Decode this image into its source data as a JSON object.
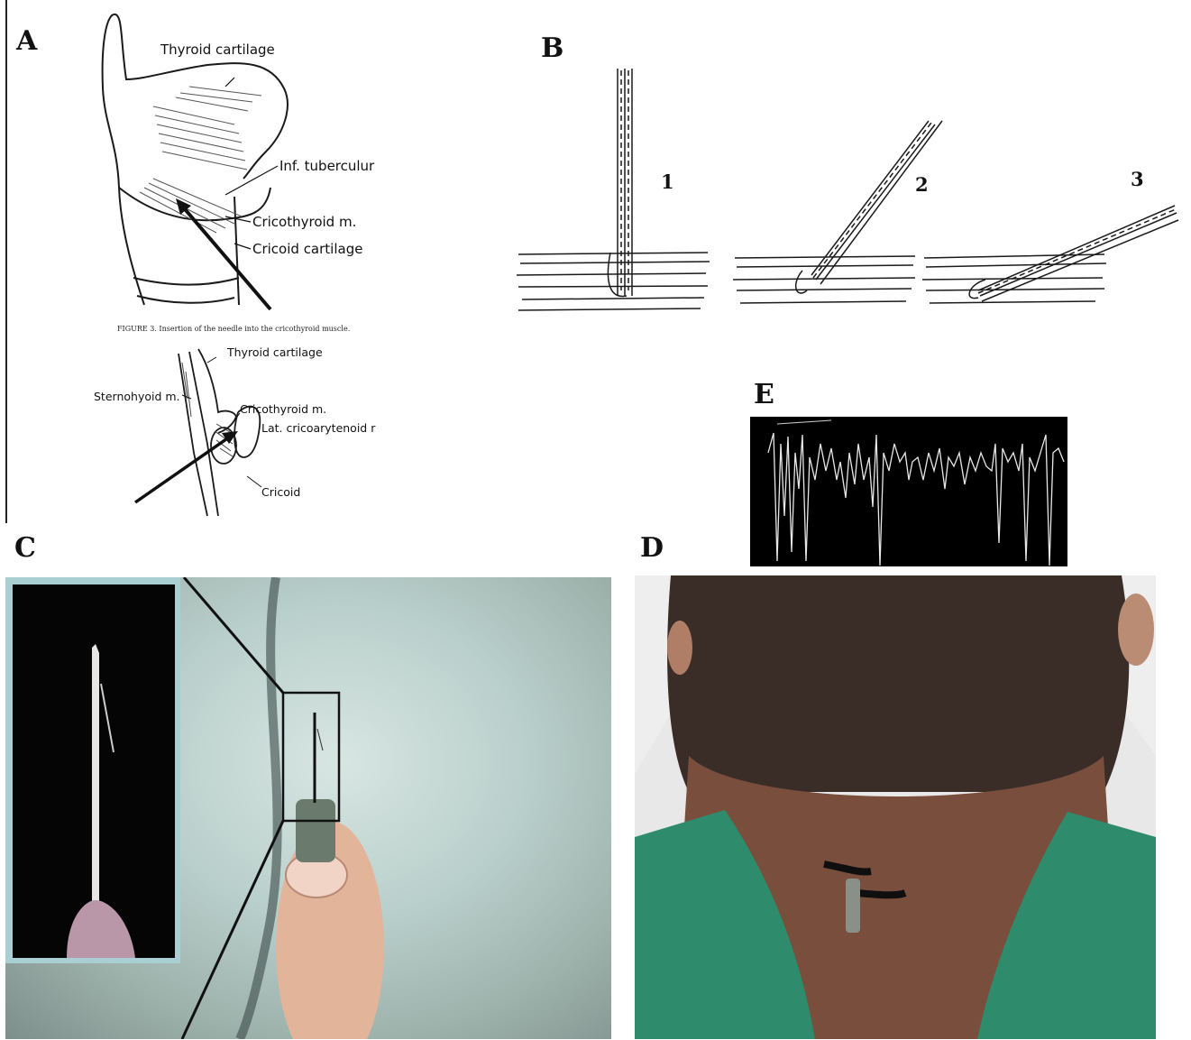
{
  "panels": {
    "a": {
      "letter": "A",
      "labels": {
        "thyroid": "Thyroid cartilage",
        "tubercle": "Inf. tuberculur",
        "cricothyroid": "Cricothyroid m.",
        "cricoid": "Cricoid cartilage"
      },
      "caption": "FIGURE 3. Insertion of the needle into the cricothyroid muscle.",
      "lower_labels": {
        "thyroid": "Thyroid cartilage",
        "sternohyoid": "Sternohyoid m.",
        "cricothyroid": "Cricothyroid m.",
        "lat_crico": "Lat. cricoarytenoid r",
        "cricoid": "Cricoid"
      }
    },
    "b": {
      "letter": "B",
      "numbers": [
        "1",
        "2",
        "3"
      ]
    },
    "c": {
      "letter": "C"
    },
    "d": {
      "letter": "D"
    },
    "e": {
      "letter": "E"
    }
  },
  "colors": {
    "line_art": "#1a1a1a",
    "emg_bg": "#000000",
    "emg_trace": "#e8e8e8",
    "inset_border": "#aacfd3",
    "surgical_gown": "#2e8b6b"
  }
}
